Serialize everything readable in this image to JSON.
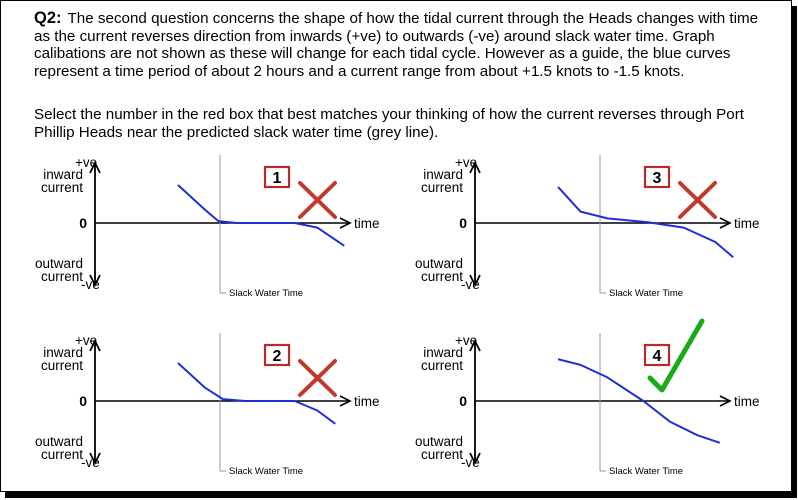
{
  "question": {
    "label": "Q2:",
    "text": "The second question concerns the shape of how the tidal current through the Heads changes with time as the current reverses direction from inwards (+ve) to outwards (-ve) around slack water time. Graph calibations are not shown as these will change for each tidal cycle. However as a guide, the blue curves represent a time period of about 2 hours and a current range from about +1.5 knots to -1.5 knots.",
    "instruction": "Select the number in the red box that best matches your thinking of how the current reverses through Port Phillip Heads near the predicted slack water time (grey line)."
  },
  "axis_labels": {
    "pos": "+ve",
    "inward1": "inward",
    "inward2": "current",
    "zero": "0",
    "time": "time",
    "outward1": "outward",
    "outward2": "current",
    "neg": "-ve",
    "slack": "Slack Water Time"
  },
  "colors": {
    "curve": "#1f2fd6",
    "box": "#b8292a",
    "cross": "#c0392b",
    "tick": "#1aaa1a",
    "slackline": "#999999"
  },
  "panels": [
    {
      "number": "1",
      "mark": "cross",
      "shape": "flat-then-drop",
      "curve": [
        [
          0,
          1.0
        ],
        [
          0.3,
          0.35
        ],
        [
          0.45,
          0.05
        ],
        [
          0.65,
          0
        ],
        [
          1.3,
          0
        ],
        [
          1.55,
          -0.12
        ],
        [
          1.85,
          -0.6
        ]
      ]
    },
    {
      "number": "3",
      "mark": "cross",
      "shape": "early-drop-then-late-drop",
      "curve": [
        [
          0,
          0.95
        ],
        [
          0.25,
          0.3
        ],
        [
          0.55,
          0.12
        ],
        [
          1.0,
          0.02
        ],
        [
          1.4,
          -0.12
        ],
        [
          1.75,
          -0.5
        ],
        [
          1.95,
          -0.9
        ]
      ]
    },
    {
      "number": "2",
      "mark": "cross",
      "shape": "drop-flat-drop",
      "curve": [
        [
          0,
          1.0
        ],
        [
          0.3,
          0.35
        ],
        [
          0.5,
          0.05
        ],
        [
          0.75,
          0
        ],
        [
          1.3,
          0
        ],
        [
          1.55,
          -0.25
        ],
        [
          1.75,
          -0.6
        ]
      ]
    },
    {
      "number": "4",
      "mark": "tick",
      "shape": "steady-linear",
      "curve": [
        [
          0,
          1.1
        ],
        [
          0.25,
          0.95
        ],
        [
          0.55,
          0.62
        ],
        [
          0.95,
          0
        ],
        [
          1.25,
          -0.55
        ],
        [
          1.55,
          -0.9
        ],
        [
          1.8,
          -1.1
        ]
      ]
    }
  ]
}
